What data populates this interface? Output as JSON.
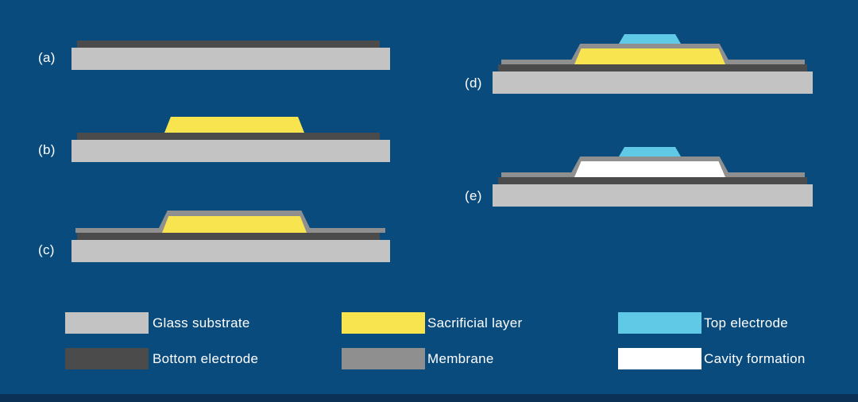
{
  "colors": {
    "background": "#0a4b7d",
    "footer_bar": "#0b3156",
    "glass_substrate": "#c3c3c3",
    "bottom_electrode": "#4b4b4b",
    "sacrificial_layer": "#f8e44e",
    "membrane": "#8f8f8f",
    "top_electrode": "#5fc9e6",
    "cavity": "#ffffff",
    "text": "#ffffff"
  },
  "panels": [
    {
      "label": "(a)",
      "layers": [
        "Glass substrate",
        "Bottom electrode"
      ]
    },
    {
      "label": "(b)",
      "layers": [
        "Glass substrate",
        "Bottom electrode",
        "Sacrificial layer"
      ]
    },
    {
      "label": "(c)",
      "layers": [
        "Glass substrate",
        "Bottom electrode",
        "Sacrificial layer",
        "Membrane"
      ]
    },
    {
      "label": "(d)",
      "layers": [
        "Glass substrate",
        "Bottom electrode",
        "Sacrificial layer",
        "Membrane",
        "Top electrode"
      ]
    },
    {
      "label": "(e)",
      "layers": [
        "Glass substrate",
        "Bottom electrode",
        "Membrane",
        "Top electrode",
        "Cavity formation"
      ]
    }
  ],
  "legend": [
    {
      "label": "Glass substrate",
      "color_key": "glass_substrate"
    },
    {
      "label": "Sacrificial layer",
      "color_key": "sacrificial_layer"
    },
    {
      "label": "Top electrode",
      "color_key": "top_electrode"
    },
    {
      "label": "Bottom electrode",
      "color_key": "bottom_electrode"
    },
    {
      "label": "Membrane",
      "color_key": "membrane"
    },
    {
      "label": "Cavity formation",
      "color_key": "cavity"
    }
  ]
}
